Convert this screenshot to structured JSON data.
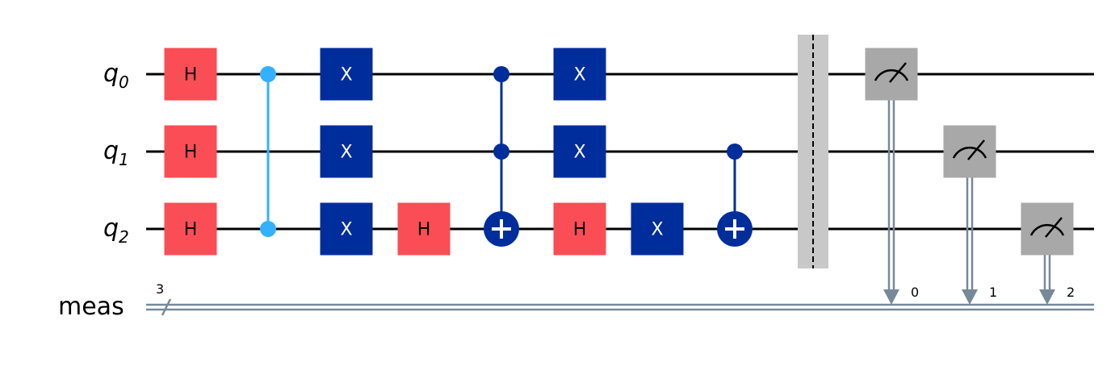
{
  "colors": {
    "wire": "#000000",
    "classical": "#778899",
    "h_gate": "#FA4D56",
    "x_gate": "#002D9C",
    "cz": "#33B1FF",
    "measure": "#A8A8A8",
    "barrier": "#C8C8C8"
  },
  "qubits": [
    {
      "name": "q",
      "index": "0"
    },
    {
      "name": "q",
      "index": "1"
    },
    {
      "name": "q",
      "index": "2"
    }
  ],
  "classical_register": {
    "name": "meas",
    "size": "3",
    "bits": [
      "0",
      "1",
      "2"
    ]
  },
  "gates": [
    {
      "type": "single",
      "label": "H",
      "qubit": 0,
      "col": 0
    },
    {
      "type": "single",
      "label": "H",
      "qubit": 1,
      "col": 0
    },
    {
      "type": "single",
      "label": "H",
      "qubit": 2,
      "col": 0
    },
    {
      "type": "cz",
      "qubits": [
        0,
        2
      ],
      "col": 1
    },
    {
      "type": "single",
      "label": "X",
      "qubit": 0,
      "col": 2
    },
    {
      "type": "single",
      "label": "X",
      "qubit": 1,
      "col": 2
    },
    {
      "type": "single",
      "label": "X",
      "qubit": 2,
      "col": 2
    },
    {
      "type": "single",
      "label": "H",
      "qubit": 2,
      "col": 3
    },
    {
      "type": "ccx",
      "controls": [
        0,
        1
      ],
      "target": 2,
      "col": 4
    },
    {
      "type": "single",
      "label": "X",
      "qubit": 0,
      "col": 5
    },
    {
      "type": "single",
      "label": "X",
      "qubit": 1,
      "col": 5
    },
    {
      "type": "single",
      "label": "H",
      "qubit": 2,
      "col": 5
    },
    {
      "type": "single",
      "label": "X",
      "qubit": 2,
      "col": 6
    },
    {
      "type": "cx",
      "controls": [
        1
      ],
      "target": 2,
      "col": 7
    },
    {
      "type": "barrier",
      "col": 8
    },
    {
      "type": "measure",
      "qubit": 0,
      "clbit": 0,
      "col": 9
    },
    {
      "type": "measure",
      "qubit": 1,
      "clbit": 1,
      "col": 10
    },
    {
      "type": "measure",
      "qubit": 2,
      "clbit": 2,
      "col": 11
    }
  ]
}
